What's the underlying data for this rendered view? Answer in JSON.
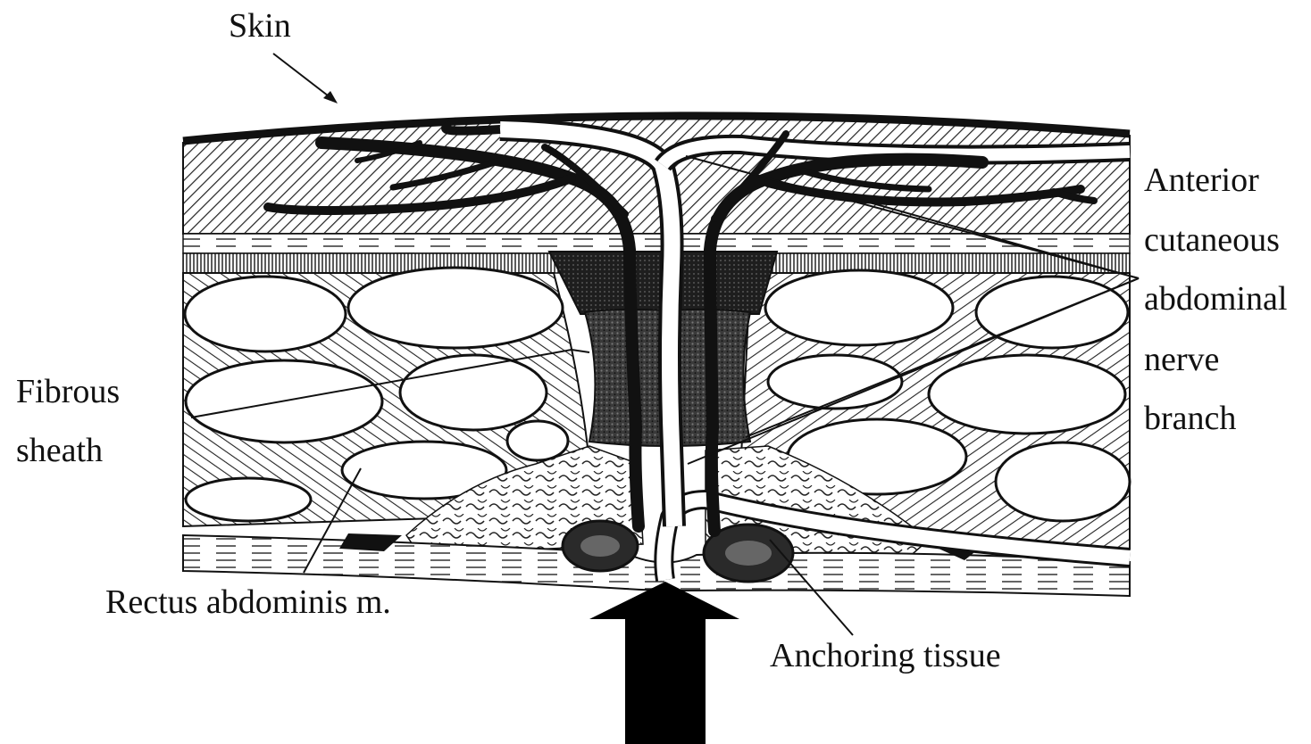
{
  "labels": {
    "skin": "Skin",
    "fibrous_sheath": [
      "Fibrous",
      "sheath"
    ],
    "rectus": "Rectus abdominis m.",
    "anchoring": "Anchoring tissue",
    "nerve": [
      "Anterior",
      "cutaneous",
      "abdominal",
      "nerve",
      "branch"
    ]
  },
  "colors": {
    "ink": "#111111",
    "paper": "#ffffff",
    "hatch": "#222222"
  }
}
